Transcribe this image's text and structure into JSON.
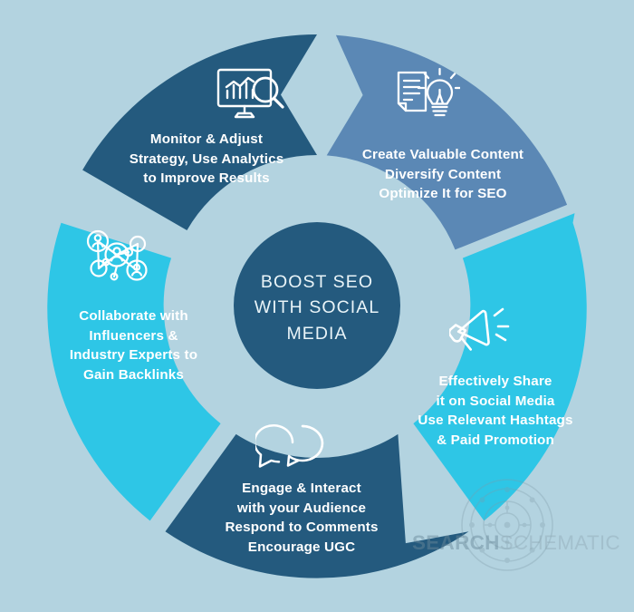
{
  "graphic": {
    "type": "segmented-circular-infographic",
    "background_color": "#b3d3e0",
    "center": {
      "title": "BOOST SEO\nWITH SOCIAL\nMEDIA",
      "fill_color": "#245a7e",
      "text_color": "#e9f4f8"
    },
    "segments": [
      {
        "id": "monitor-adjust",
        "position": "top-left",
        "icon": "monitor-analytics-icon",
        "text": "Monitor & Adjust\nStrategy, Use Analytics\nto Improve Results",
        "fill_color": "#245a7e"
      },
      {
        "id": "create-content",
        "position": "top-right",
        "icon": "document-lightbulb-icon",
        "text": "Create Valuable Content\nDiversify Content\nOptimize It for SEO",
        "fill_color": "#5b88b5"
      },
      {
        "id": "share-social",
        "position": "right",
        "icon": "megaphone-icon",
        "text": "Effectively Share\nit on Social Media\nUse Relevant Hashtags\n& Paid Promotion",
        "fill_color": "#2ec6e6"
      },
      {
        "id": "engage-interact",
        "position": "bottom",
        "icon": "speech-bubbles-icon",
        "text": "Engage & Interact\nwith your Audience\nRespond to Comments\nEncourage UGC",
        "fill_color": "#245a7e"
      },
      {
        "id": "collaborate-influencers",
        "position": "left",
        "icon": "network-people-icon",
        "text": "Collaborate with\nInfluencers &\nIndustry Experts to\nGain Backlinks",
        "fill_color": "#2ec6e6"
      }
    ]
  },
  "watermark": {
    "brand_bold": "SEARCH",
    "brand_light": "SCHEMATIC",
    "emblem": "schematic-circle-emblem"
  }
}
